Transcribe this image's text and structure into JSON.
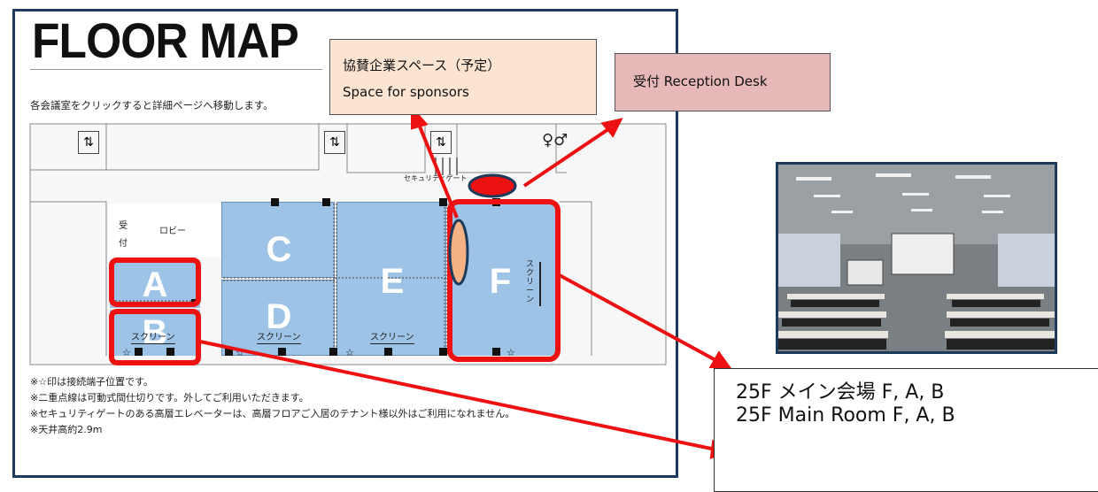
{
  "map": {
    "title": "FLOOR MAP",
    "instruction": "各会議室をクリックすると詳細ページへ移動します。",
    "lobby_label": "ロビー",
    "reception_label": "受付",
    "security_gate_label": "セキュリティゲート",
    "rooms": [
      "A",
      "B",
      "C",
      "D",
      "E",
      "F"
    ],
    "screen_label": "スクリーン",
    "notes": [
      "※☆印は接続端子位置です。",
      "※二重点線は可動式間仕切りです。外してご利用いただきます。",
      "※セキュリティゲートのある高層エレベーターは、高層フロアご入居のテナント様以外はご利用になれません。",
      "※天井高約2.9m"
    ]
  },
  "callouts": {
    "sponsors": {
      "line1": "協賛企業スペース（予定）",
      "line2": "Space for sponsors",
      "color": "#fce4d2"
    },
    "reception": {
      "text": "受付  Reception Desk",
      "color": "#e6b8b7"
    },
    "main_room": {
      "line1": "25F メイン会場 F, A, B",
      "line2": "25F Main Room F, A, B"
    }
  },
  "colors": {
    "room_fill": "#9dc3e6",
    "highlight": "#ee1111",
    "frame": "#1b3a5c",
    "sponsor_oval": "#f4b183"
  },
  "icons": [
    "elevator-icon",
    "restroom-icon",
    "star-icon",
    "arrow-icon"
  ]
}
